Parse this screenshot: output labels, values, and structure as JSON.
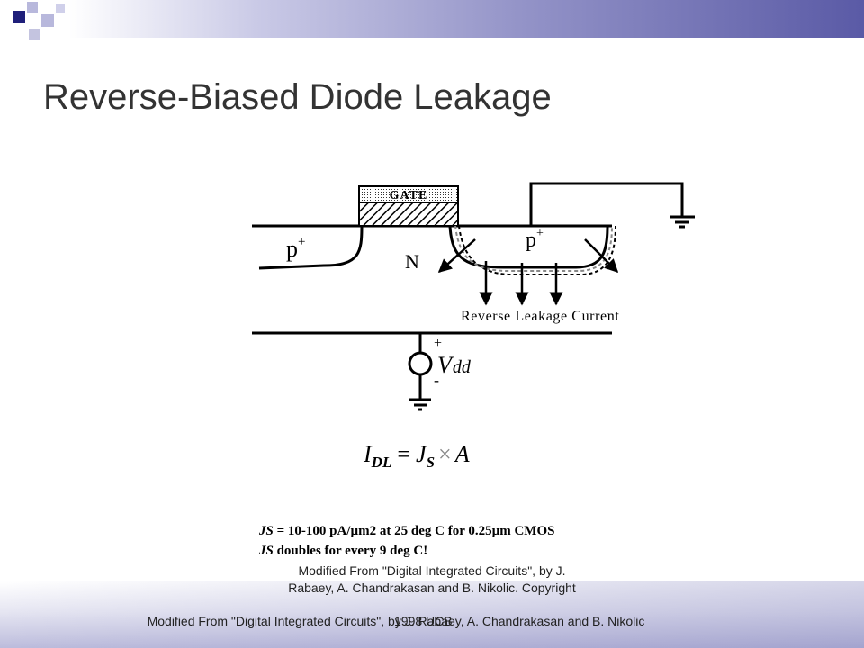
{
  "slide": {
    "title": "Reverse-Biased Diode Leakage",
    "diagram": {
      "gate_label": "GATE",
      "p_left": "p",
      "p_left_sup": "+",
      "p_right": "p",
      "p_right_sup": "+",
      "n_region": "N",
      "current_label": "Reverse Leakage Current",
      "plus": "+",
      "minus": "-",
      "vdd_v": "V",
      "vdd_sub": "dd"
    },
    "formula": {
      "lhs": "I",
      "lhs_sub": "DL",
      "eq": "=",
      "js": "J",
      "js_sub": "S",
      "times": "×",
      "area": "A"
    },
    "notes": {
      "line1_var": "JS",
      "line1_text": " = 10-100 pA/µm2  at 25 deg C for  0.25µm CMOS",
      "line2_var": "JS",
      "line2_text": " doubles for every 9 deg C!"
    },
    "credit": "Modified From \"Digital Integrated Circuits\", by J. Rabaey, A. Chandrakasan and B. Nikolic. Copyright",
    "footer": "Modified From \"Digital Integrated Circuits\", by J. Rabaey, A. Chandrakasan and B. Nikolic",
    "year": "1998 UCB"
  }
}
